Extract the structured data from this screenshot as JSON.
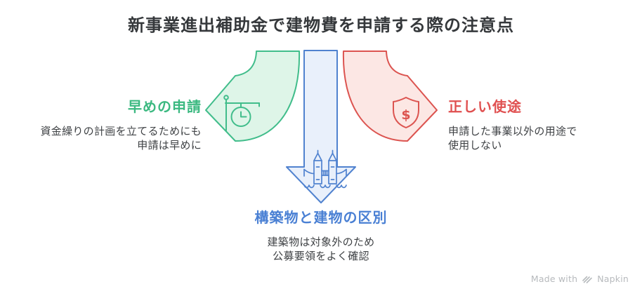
{
  "title": "新事業進出補助金で建物費を申請する際の注意点",
  "sections": {
    "early_application": {
      "heading": "早めの申請",
      "body_lines": [
        "資金繰りの計画を立てるためにも",
        "申請は早めに"
      ],
      "icon": "station-clock-icon",
      "arrow": "curved-arrow-left",
      "accent_color": "#3CB981"
    },
    "correct_use": {
      "heading": "正しい使途",
      "body_lines": [
        "申請した事業以外の用途で",
        "使用しない"
      ],
      "icon": "shield-dollar-icon",
      "arrow": "curved-arrow-right",
      "accent_color": "#E05050"
    },
    "building_distinction": {
      "heading": "構築物と建物の区別",
      "body_lines": [
        "建築物は対象外のため",
        "公募要領をよく確認"
      ],
      "icon": "tower-bridge-icon",
      "arrow": "straight-arrow-down",
      "accent_color": "#4A80D4"
    }
  },
  "icons": {
    "dollar_glyph": "$"
  },
  "colors": {
    "title_text": "#35383B",
    "body_text": "#3F4245",
    "green_stroke": "#41BD8B",
    "green_fill": "#DEF5E8",
    "red_stroke": "#DC5450",
    "red_fill": "#FCE7E4",
    "blue_stroke": "#5082CF",
    "blue_fill": "#E9F0FB",
    "watermark_text": "#B7BABD"
  },
  "watermark": {
    "prefix": "Made with",
    "brand": "Napkin"
  }
}
